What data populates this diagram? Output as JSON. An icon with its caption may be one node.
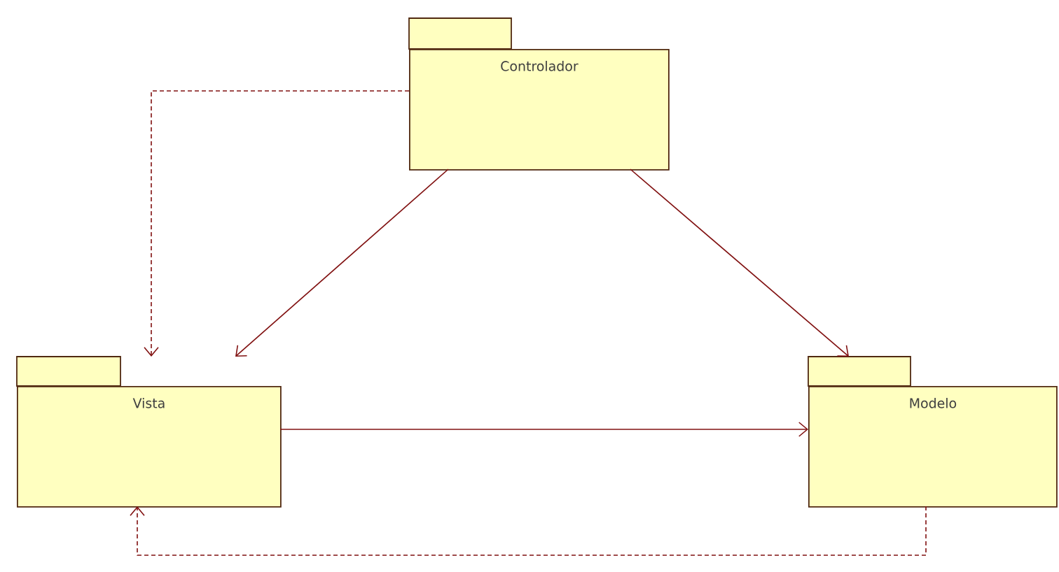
{
  "diagram": {
    "nodes": [
      {
        "text": [
          "Controlador"
        ]
      },
      {
        "text": [
          "Vista"
        ]
      },
      {
        "text": [
          "Modelo"
        ]
      }
    ],
    "edges": [
      {
        "from": 0,
        "to": 1,
        "arrow": "to",
        "style": "dashed"
      },
      {
        "from": 0,
        "to": 1,
        "arrow": "to"
      },
      {
        "from": 0,
        "to": 2,
        "arrow": "to"
      },
      {
        "from": 1,
        "to": 2,
        "arrow": "to"
      },
      {
        "from": 2,
        "to": 1,
        "arrow": "to",
        "style": "dashed"
      }
    ]
  }
}
